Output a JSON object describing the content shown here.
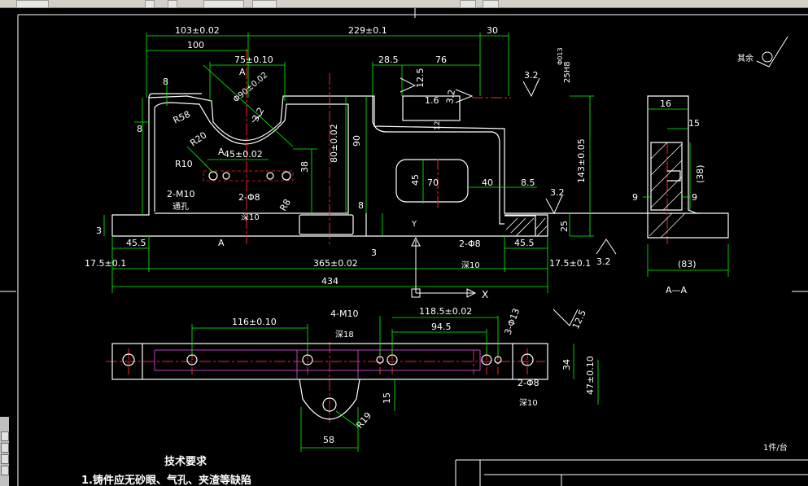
{
  "colors": {
    "background": "#000000",
    "outline": "#ffffff",
    "dimension": "#00ff00",
    "centerline": "#ff2020",
    "hidden": "#c040c0",
    "crosshair": "#ffffff"
  },
  "front_view": {
    "dims_top": [
      "103±0.02",
      "229±0.1",
      "30",
      "100",
      "75±0.10",
      "28.5",
      "76",
      "45±0.02"
    ],
    "dims_bottom": [
      "17.5±0.1",
      "45.5",
      "365±0.02",
      "434",
      "45.5",
      "17.5±0.1"
    ],
    "dims_side": [
      "8",
      "8",
      "3",
      "8",
      "3",
      "80±0.02",
      "90",
      "38",
      "45",
      "70",
      "40",
      "8.5",
      "143±0.05",
      "25",
      "25H8",
      "Φ013",
      "12"
    ],
    "radii": [
      "R58",
      "R20",
      "R10",
      "R8",
      "Φ90±0.02"
    ],
    "roughness": [
      "3.2",
      "12.5",
      "1.6",
      "3.2",
      "3.2",
      "3.2",
      "3.2"
    ],
    "notes": [
      "2-M10",
      "通孔",
      "2-Φ8",
      "深10",
      "2-Φ8",
      "深10"
    ],
    "section_marks": [
      "A",
      "A",
      "A"
    ]
  },
  "section_view": {
    "dims": [
      "16",
      "15",
      "(38)",
      "9",
      "9",
      "(83)"
    ],
    "title": "A—A",
    "rest_label": "其余"
  },
  "top_view": {
    "dims": [
      "116±0.10",
      "4-M10",
      "深18",
      "118.5±0.02",
      "94.5",
      "3-Φ13",
      "12.5",
      "34",
      "47±0.10",
      "2-Φ8",
      "深10",
      "15",
      "R19",
      "58"
    ]
  },
  "footer": {
    "tech_title": "技术要求",
    "tech_item1": "1.铸件应无砂眼、气孔、夹渣等缺陷",
    "qty": "1件/台"
  },
  "ucs": {
    "x_label": "X",
    "y_label": "Y"
  }
}
